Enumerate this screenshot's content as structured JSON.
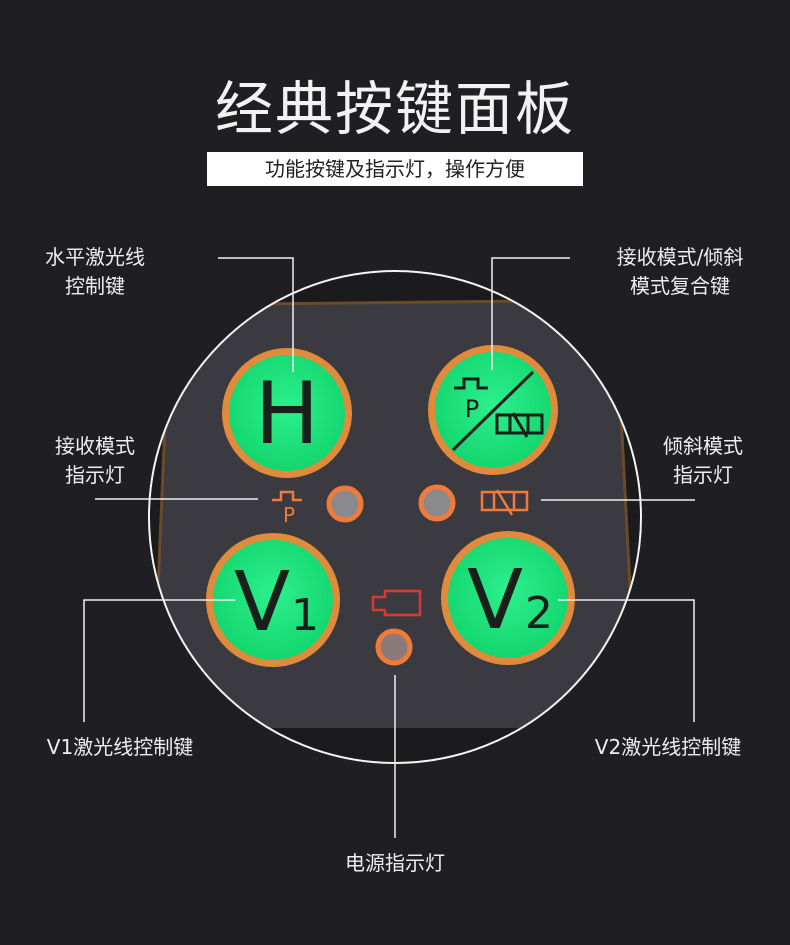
{
  "header": {
    "title": "经典按键面板",
    "subtitle": "功能按键及指示灯，操作方便"
  },
  "callouts": {
    "h_key": [
      "水平激光线",
      "控制键"
    ],
    "mode_key": [
      "接收模式/倾斜",
      "模式复合键"
    ],
    "receive_led": [
      "接收模式",
      "指示灯"
    ],
    "tilt_led": [
      "倾斜模式",
      "指示灯"
    ],
    "v1_key": "V1激光线控制键",
    "v2_key": "V2激光线控制键",
    "power_led": "电源指示灯"
  },
  "panel": {
    "h_button": "H",
    "v1_button": "V",
    "v1_sub": "1",
    "v2_button": "V",
    "v2_sub": "2",
    "receive_symbol": "P",
    "key_green": "#1ee37f",
    "ring_orange": "#e08a3c",
    "led_orange": "#f07a3a",
    "power_red": "#d83a30"
  }
}
